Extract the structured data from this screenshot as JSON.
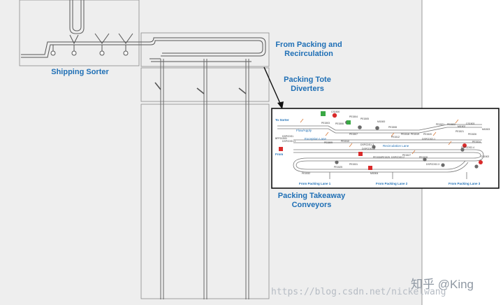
{
  "labels": {
    "shipping_sorter": "Shipping Sorter",
    "from_packing_line1": "From Packing and",
    "from_packing_line2": "Recirculation",
    "tote_diverters_line1": "Packing Tote",
    "tote_diverters_line2": "Diverters",
    "takeaway_line1": "Packing Takeaway",
    "takeaway_line2": "Conveyors"
  },
  "inset": {
    "to_sorter": "To Sorter",
    "from": "From",
    "flow_apply": "Flow/Apply",
    "exception_lane": "Exception Lane",
    "recirculation_lane": "Recirculation Lane",
    "lane1": "From Packing Lane 1",
    "lane2": "From Packing Lane 2",
    "lane3": "From Packing Lane 3",
    "tags": [
      "CS1500",
      "PE1504",
      "PE1505",
      "BPFD1500",
      "PE1503",
      "DSPCDS1",
      "PE1506",
      "PE1507",
      "MI1500",
      "PE1508",
      "DSPCDS1-3",
      "PE1509",
      "PE1510",
      "DSPCDS1-2",
      "PE1512",
      "DSPCDS2-1",
      "PE1518",
      "PE1519",
      "PE1520",
      "MI1502",
      "PE1521",
      "PE1522",
      "DSPCDS1-1",
      "PE1521",
      "PE1526",
      "DSPCDS2-4",
      "PE1524",
      "PE1525",
      "PE1531",
      "PE1530",
      "PE1529",
      "DSPCDS2-2",
      "PE1527",
      "PE1528",
      "DSPCDS2-3",
      "CS1503",
      "MI1503",
      "CS1502",
      "PE1532",
      "MI1504"
    ],
    "colors": {
      "ok": "#3aa845",
      "fault": "#d92b2b",
      "motor": "#6b6b6b",
      "lane_text": "#1f6fb5"
    }
  },
  "watermark": {
    "zhihu": "知乎 @King",
    "url": "https://blog.csdn.net/nickelwang"
  }
}
